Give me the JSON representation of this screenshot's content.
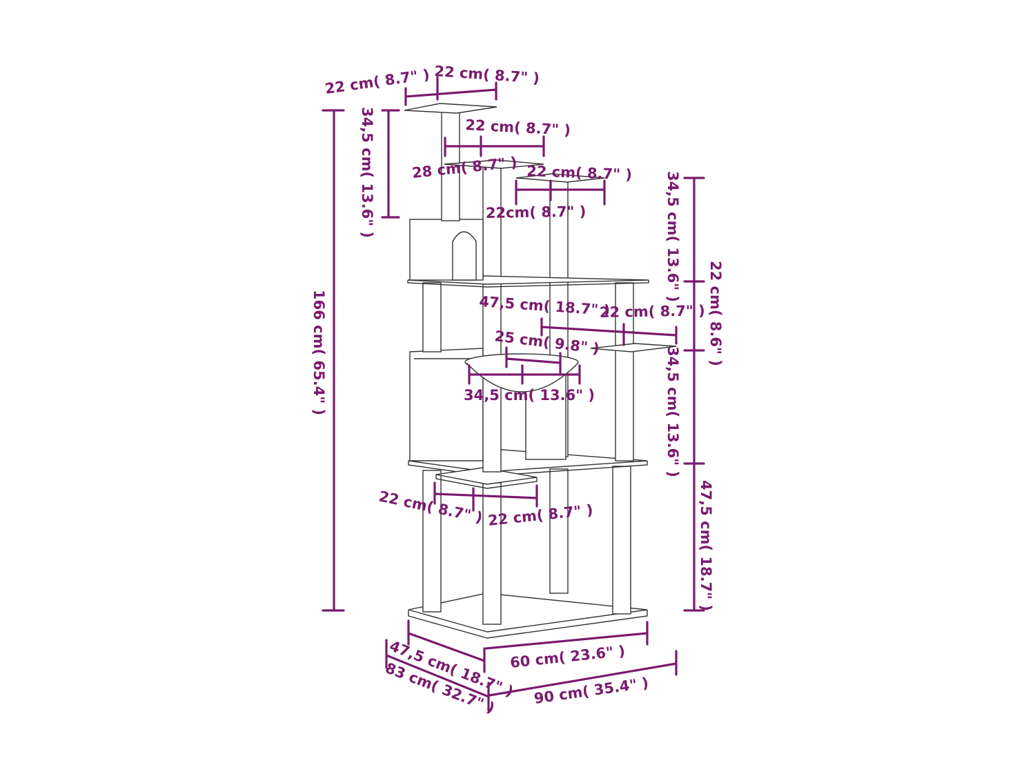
{
  "colors": {
    "dimension": "#7a1a6e",
    "outline": "#333333",
    "background": "#ffffff"
  },
  "labels": {
    "top_platform_depth": "22 cm( 8.7\" )",
    "top_platform_width": "22 cm( 8.7\" )",
    "top_post_height": "34,5 cm( 13.6\" )",
    "total_height": "166 cm( 65.4\" )",
    "upper_perch_width": "22 cm( 8.7\" )",
    "upper_perch_depth": "28 cm( 8.7\" )",
    "right_perch_width": "22 cm( 8.7\" )",
    "right_perch_depth": "22cm( 8.7\" )",
    "right_upper_height": "34,5 cm( 13.6\" )",
    "right_gap_height": "22 cm( 8.6\" )",
    "middle_deck_depth": "47,5 cm( 18.7\" )",
    "side_step_width": "22 cm( 8.7\" )",
    "hammock_depth": "25 cm( 9.8\" )",
    "hammock_width": "34,5 cm( 13.6\" )",
    "right_middle_height": "34,5 cm( 13.6\" )",
    "right_lower_height": "47,5 cm( 18.7\" )",
    "low_step_depth": "22 cm( 8.7\" )",
    "low_step_width": "22 cm( 8.7\" )",
    "base_depth": "47,5 cm( 18.7\" )",
    "base_width": "60 cm( 23.6\" )",
    "overall_depth": "83 cm( 32.7\" )",
    "overall_width": "90 cm( 35.4\" )"
  }
}
